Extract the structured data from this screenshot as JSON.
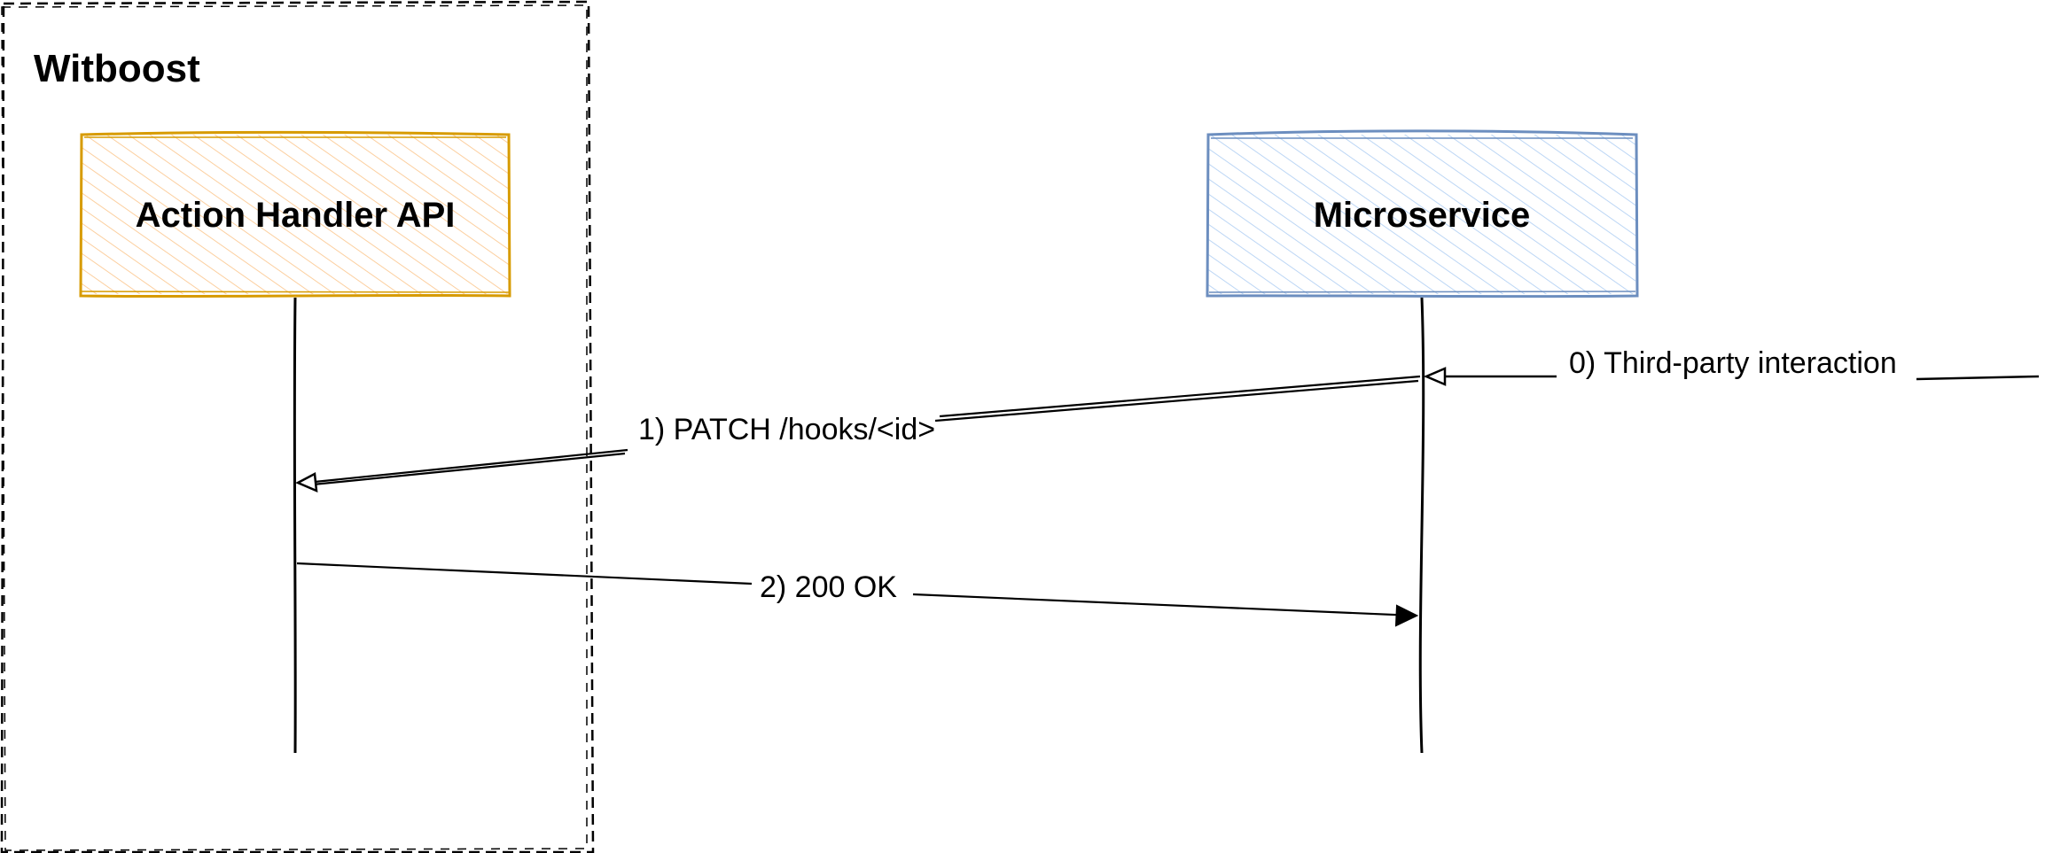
{
  "diagram": {
    "group": {
      "title": "Witboost"
    },
    "participants": {
      "left": {
        "label": "Action Handler API",
        "stroke_color": "#d79b00",
        "fill_color": "#ffe6cc"
      },
      "right": {
        "label": "Microservice",
        "stroke_color": "#6c8ebf",
        "fill_color": "#dae8fc"
      }
    },
    "messages": {
      "m0": {
        "label": "0) Third-party interaction"
      },
      "m1": {
        "label": "1) PATCH /hooks/<id>"
      },
      "m2": {
        "label": "2) 200 OK"
      }
    }
  }
}
